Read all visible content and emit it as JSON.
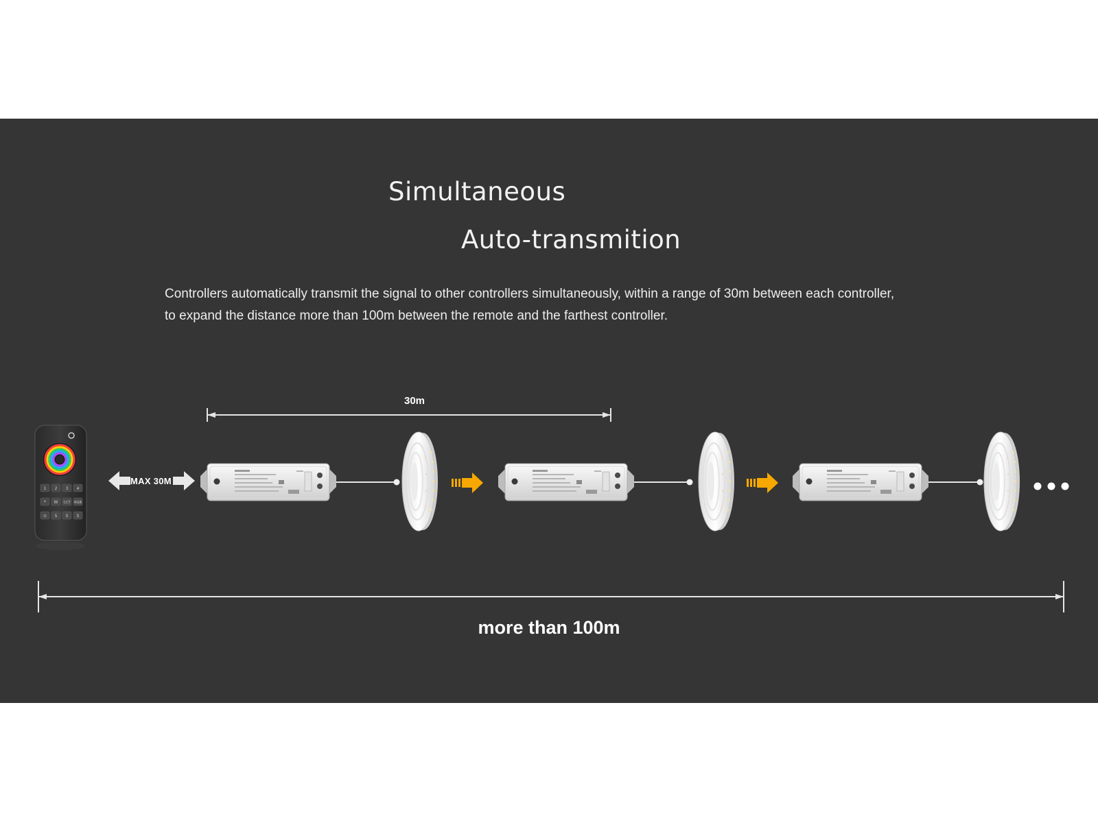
{
  "title": {
    "line1": "Simultaneous",
    "line2": "Auto-transmition"
  },
  "description": {
    "line1": "Controllers automatically transmit the signal to other controllers simultaneously, within a range of 30m between each controller,",
    "line2": "to expand the distance more than 100m between the remote and the farthest controller."
  },
  "labels": {
    "span_between_controllers": "30m",
    "remote_range": "MAX  30M",
    "total_distance": "more than 100m"
  },
  "remote": {
    "keypad": [
      "1",
      "2",
      "3",
      "4",
      "*",
      "W",
      "CCT",
      "RGB",
      "⊙",
      "S",
      "S",
      "S"
    ]
  },
  "icons": {
    "remote": "remote-control-icon",
    "controller": "led-controller-icon",
    "strip": "led-strip-reel-icon",
    "relay_arrow": "relay-arrow-icon",
    "continuation": "ellipsis-icon"
  },
  "colors": {
    "background": "#353535",
    "text": "#f2f2f2",
    "relay_arrow": "#f7a800",
    "line": "#e6e6e6"
  }
}
